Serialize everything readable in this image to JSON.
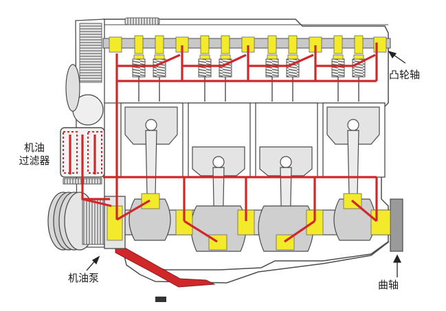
{
  "labels": {
    "camshaft": "凸轮轴",
    "oil_filter_line1": "机油",
    "oil_filter_line2": "过滤器",
    "oil_pump": "机油泵",
    "crankshaft": "曲轴"
  },
  "colors": {
    "oil": "#d0282a",
    "bearing": "#f3ea2c",
    "metal": "#dcdcdc",
    "outline": "#4a4a4a",
    "block": "#ffffff"
  }
}
